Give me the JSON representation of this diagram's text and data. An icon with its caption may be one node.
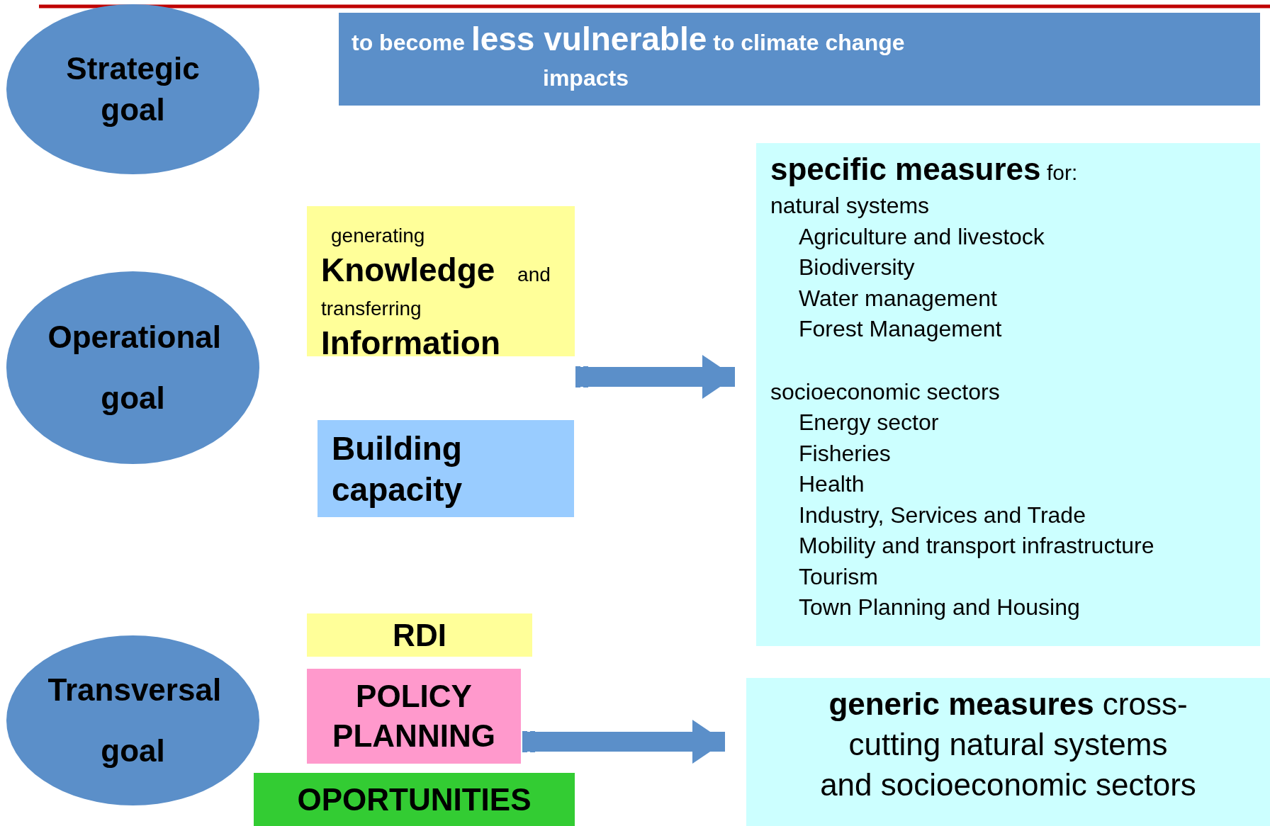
{
  "diagram": {
    "nodes": [
      {
        "text": [
          "Strategic goal"
        ]
      },
      {
        "text": [
          "to become **less vulnerable** to climate change impacts"
        ]
      },
      {
        "text": [
          "Operational goal"
        ]
      },
      {
        "text": [
          "generating",
          "**Knowledge** and",
          "transferring",
          "Information"
        ]
      },
      {
        "text": [
          "Building capacity"
        ]
      },
      {
        "text": [
          "**specific measures** for:",
          "natural systems",
          "Agriculture and livestock",
          "Biodiversity",
          "Water management",
          "Forest Management",
          "socioeconomic sectors",
          "Energy sector",
          "Fisheries",
          "Health",
          "Industry, Services and Trade",
          "Mobility and transport infrastructure",
          "Tourism",
          "Town Planning and Housing"
        ]
      },
      {
        "text": [
          "Transversal goal"
        ]
      },
      {
        "text": [
          "RDI"
        ]
      },
      {
        "text": [
          "POLICY PLANNING"
        ]
      },
      {
        "text": [
          "OPORTUNITIES"
        ]
      },
      {
        "text": [
          "**generic measures** cross-cutting natural systems and socioeconomic sectors"
        ]
      }
    ],
    "edges": [
      {
        "from": 4,
        "to": 5,
        "arrow": "to"
      },
      {
        "from": 8,
        "to": 10,
        "arrow": "to"
      }
    ]
  }
}
